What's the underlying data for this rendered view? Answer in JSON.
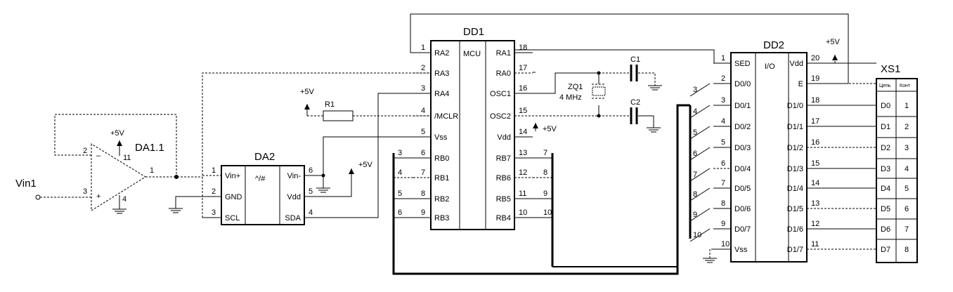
{
  "components": {
    "da11": {
      "ref": "DA1.1",
      "power": "+5V",
      "pin_plus": "3",
      "pin_minus": "2",
      "pin_out": "1",
      "pin_vcc": "11",
      "pin_gnd": "4",
      "plus_sign": "+",
      "minus_sign": "–"
    },
    "vin": {
      "label": "Vin1"
    },
    "da2": {
      "ref": "DA2",
      "core": "^/#",
      "left_pins": [
        {
          "num": "1",
          "name": "Vin+"
        },
        {
          "num": "2",
          "name": "GND"
        },
        {
          "num": "3",
          "name": "SCL"
        }
      ],
      "right_pins": [
        {
          "num": "6",
          "name": "Vin-"
        },
        {
          "num": "5",
          "name": "Vdd"
        },
        {
          "num": "4",
          "name": "SDA"
        }
      ],
      "power": "+5V"
    },
    "r1": {
      "ref": "R1",
      "power": "+5V"
    },
    "dd1": {
      "ref": "DD1",
      "core": "MCU",
      "left_pins": [
        {
          "num": "1",
          "name": "RA2"
        },
        {
          "num": "2",
          "name": "RA3"
        },
        {
          "num": "3",
          "name": "RA4"
        },
        {
          "num": "4",
          "name": "/MCLR"
        },
        {
          "num": "5",
          "name": "Vss"
        },
        {
          "num": "6",
          "name": "RB0"
        },
        {
          "num": "7",
          "name": "RB1"
        },
        {
          "num": "8",
          "name": "RB2"
        },
        {
          "num": "9",
          "name": "RB3"
        }
      ],
      "right_pins": [
        {
          "num": "18",
          "name": "RA1"
        },
        {
          "num": "17",
          "name": "RA0"
        },
        {
          "num": "16",
          "name": "OSC1"
        },
        {
          "num": "15",
          "name": "OSC2"
        },
        {
          "num": "14",
          "name": "Vdd"
        },
        {
          "num": "13",
          "name": "RB7"
        },
        {
          "num": "12",
          "name": "RB6"
        },
        {
          "num": "11",
          "name": "RB5"
        },
        {
          "num": "10",
          "name": "RB4"
        }
      ],
      "power": "+5V",
      "bus_left": [
        "3",
        "4",
        "5",
        "6"
      ],
      "bus_right": [
        "7",
        "8",
        "9",
        "10"
      ]
    },
    "zq1": {
      "ref": "ZQ1",
      "value": "4 MHz"
    },
    "c1": {
      "ref": "C1"
    },
    "c2": {
      "ref": "C2"
    },
    "dd2": {
      "ref": "DD2",
      "core": "I/O",
      "left_pins": [
        {
          "num": "1",
          "name": "SED"
        },
        {
          "num": "2",
          "name": "D0/0"
        },
        {
          "num": "3",
          "name": "D0/1"
        },
        {
          "num": "4",
          "name": "D0/2"
        },
        {
          "num": "5",
          "name": "D0/3"
        },
        {
          "num": "6",
          "name": "D0/4"
        },
        {
          "num": "7",
          "name": "D0/5"
        },
        {
          "num": "8",
          "name": "D0/6"
        },
        {
          "num": "9",
          "name": "D0/7"
        },
        {
          "num": "10",
          "name": "Vss"
        }
      ],
      "right_pins": [
        {
          "num": "20",
          "name": "Vdd"
        },
        {
          "num": "19",
          "name": "E"
        },
        {
          "num": "18",
          "name": "D1/0"
        },
        {
          "num": "17",
          "name": "D1/1"
        },
        {
          "num": "16",
          "name": "D1/2"
        },
        {
          "num": "15",
          "name": "D1/3"
        },
        {
          "num": "14",
          "name": "D1/4"
        },
        {
          "num": "13",
          "name": "D1/5"
        },
        {
          "num": "12",
          "name": "D1/6"
        },
        {
          "num": "11",
          "name": "D1/7"
        }
      ],
      "power": "+5V",
      "bus_labels": [
        "3",
        "4",
        "5",
        "6",
        "7",
        "8",
        "9",
        "10"
      ]
    },
    "xs1": {
      "ref": "XS1",
      "head_left": "Цепь",
      "head_right": "Конт",
      "rows": [
        {
          "net": "D0",
          "pin": "1"
        },
        {
          "net": "D1",
          "pin": "2"
        },
        {
          "net": "D2",
          "pin": "3"
        },
        {
          "net": "D3",
          "pin": "4"
        },
        {
          "net": "D4",
          "pin": "5"
        },
        {
          "net": "D5",
          "pin": "6"
        },
        {
          "net": "D6",
          "pin": "7"
        },
        {
          "net": "D7",
          "pin": "8"
        }
      ]
    }
  }
}
